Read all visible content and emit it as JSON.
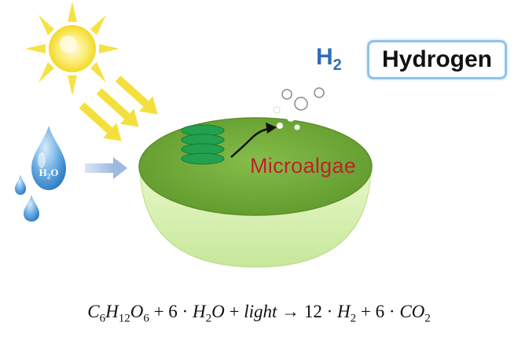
{
  "labels": {
    "h2_main": "H",
    "h2_sub": "2",
    "hydrogen": "Hydrogen",
    "microalgae": "Microalgae",
    "water_main": "H",
    "water_sub": "2",
    "water_end": "O"
  },
  "equation": {
    "glucose": [
      "C",
      "6",
      "H",
      "12",
      "O",
      "6"
    ],
    "plus1": " +  6 · ",
    "water": [
      "H",
      "2",
      "O"
    ],
    "plus2": " + ",
    "light": "light",
    "arrow": " → 12 · ",
    "hydrogen": [
      "H",
      "2"
    ],
    "plus3": " + 6 · ",
    "co2": [
      "CO",
      "2"
    ]
  },
  "colors": {
    "sun": "#f6e23a",
    "sun_arrows": "#f3de2c",
    "bowl_top": "#6fa837",
    "bowl_body": "#d9f0b4",
    "algae": "#1f9a4a",
    "water_drop": "#4d9ad8",
    "micro_text": "#c0202a",
    "hydrogen_text": "#2e6db8"
  }
}
